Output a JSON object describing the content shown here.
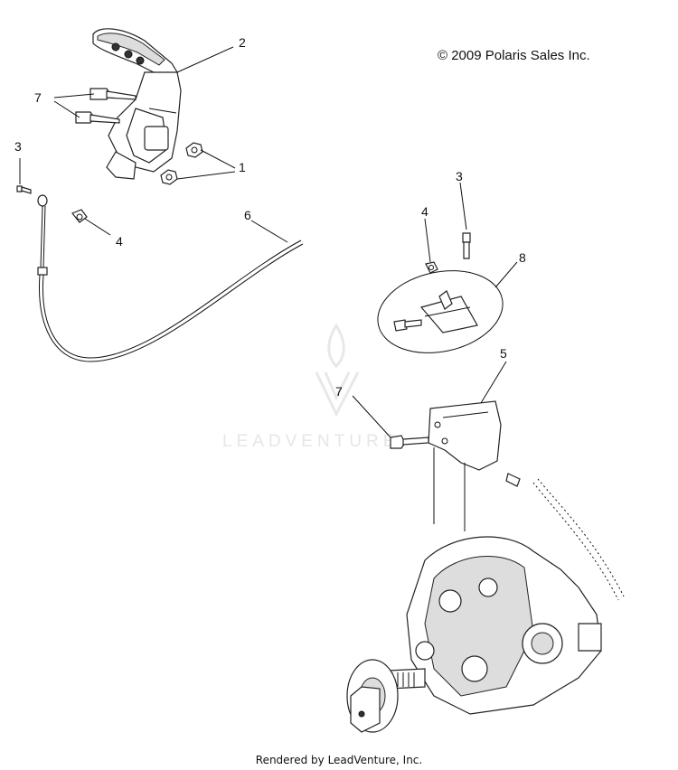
{
  "copyright": "© 2009 Polaris Sales Inc.",
  "footer": "Rendered by LeadVenture, Inc.",
  "watermark": {
    "text": "LEADVENTURE"
  },
  "callouts": {
    "c1": "1",
    "c2": "2",
    "c3a": "3",
    "c3b": "3",
    "c4a": "4",
    "c4b": "4",
    "c5": "5",
    "c6": "6",
    "c7a": "7",
    "c7b": "7",
    "c8": "8"
  }
}
